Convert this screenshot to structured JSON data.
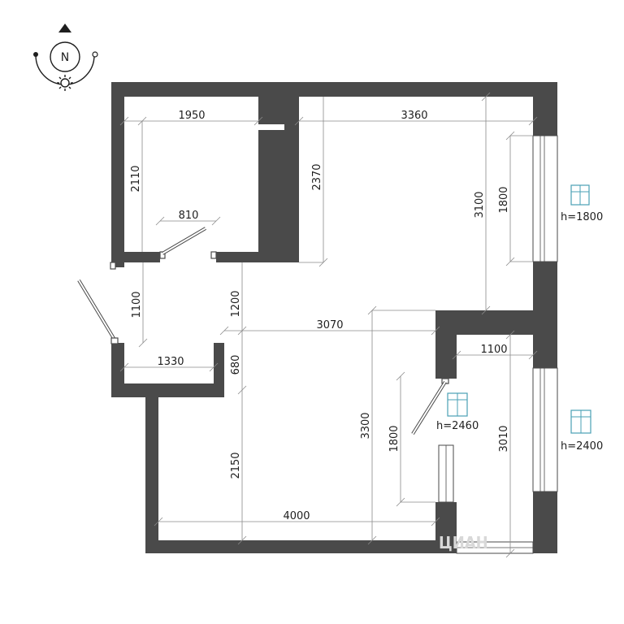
{
  "compass": {
    "north_label": "N"
  },
  "dimensions": {
    "room1_width": "1950",
    "room1_height": "2110",
    "door_810": "810",
    "corridor_2370": "2370",
    "main_width": "3360",
    "right_3100": "3100",
    "window_1800_top": "1800",
    "entry_1100": "1100",
    "dim_1200": "1200",
    "mid_3070": "3070",
    "width_1330": "1330",
    "dim_680": "680",
    "balcony_1100": "1100",
    "dim_3300": "3300",
    "door_1800": "1800",
    "right_3010": "3010",
    "dim_2150": "2150",
    "bottom_4000": "4000"
  },
  "window_tags": {
    "top_window": "h=1800",
    "balcony_door": "h=2460",
    "bottom_window": "h=2400"
  },
  "watermark": "ЦИАН",
  "colors": {
    "wall": "#4a4a4a",
    "icon": "#4aa0b5"
  }
}
